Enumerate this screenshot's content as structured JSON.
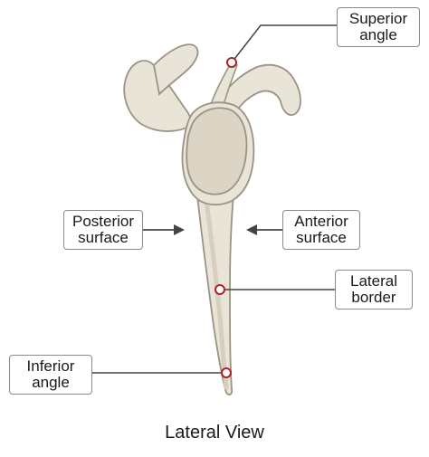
{
  "labels": {
    "superior_angle": [
      "Superior",
      "angle"
    ],
    "posterior_surface": [
      "Posterior",
      "surface"
    ],
    "anterior_surface": [
      "Anterior",
      "surface"
    ],
    "lateral_border": [
      "Lateral",
      "border"
    ],
    "inferior_angle": [
      "Inferior",
      "angle"
    ]
  },
  "caption": "Lateral View",
  "colors": {
    "bone_fill": "#e9e4d8",
    "bone_outline": "#9b9484",
    "bone_shadow": "#d6cfbf",
    "glenoid_fill": "#dcd5c6",
    "marker": "#b0202a",
    "leader": "#444444",
    "box_border": "#8a8a8a"
  }
}
